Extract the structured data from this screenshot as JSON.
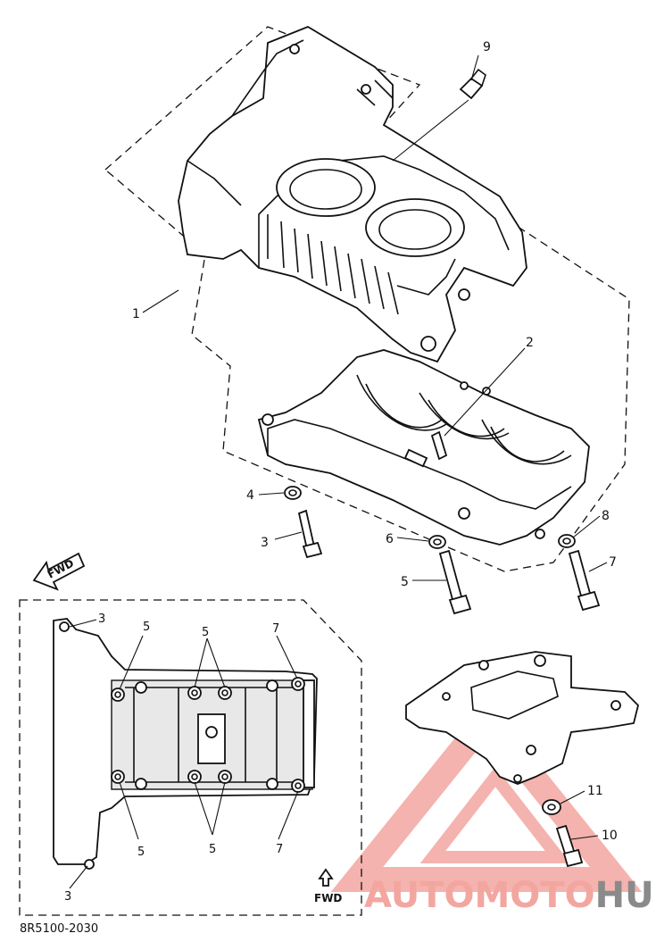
{
  "callouts": {
    "c1": "1",
    "c2": "2",
    "c3": "3",
    "c4": "4",
    "c5": "5",
    "c6": "6",
    "c7": "7",
    "c8": "8",
    "c9": "9",
    "c10": "10",
    "c11": "11"
  },
  "inset_callouts": {
    "top_left_3": "3",
    "top_5_left": "5",
    "top_5_mid": "5",
    "top_7": "7",
    "bottom_5_left": "5",
    "bottom_5_mid": "5",
    "bottom_7": "7",
    "bottom_3": "3"
  },
  "fwd_main": "FWD",
  "fwd_inset": "FWD",
  "diagram_code": "8R5100-2030",
  "watermark": {
    "part1": "AUTO",
    "part2": "MOTO",
    "part3": "HUB",
    "color_light": "#f3a6a0",
    "color_dark": "#8a8a8a"
  }
}
